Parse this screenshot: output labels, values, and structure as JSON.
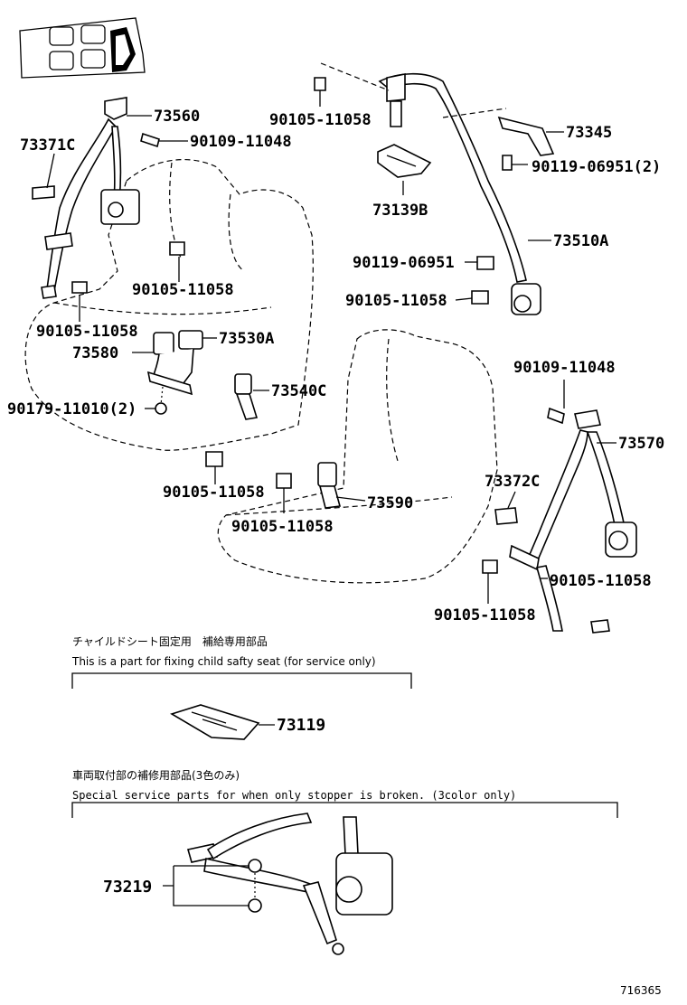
{
  "parts": {
    "p73560": "73560",
    "p90109_11048_a": "90109-11048",
    "p73371C": "73371C",
    "p90105_11058_a": "90105-11058",
    "p90105_11058_b": "90105-11058",
    "p73580": "73580",
    "p73530A": "73530A",
    "p90179_11010": "90179-11010(2)",
    "p73540C": "73540C",
    "p90105_11058_c": "90105-11058",
    "p90105_11058_d": "90105-11058",
    "p73590": "73590",
    "p90105_11058_top": "90105-11058",
    "p73345": "73345",
    "p90119_06951_2": "90119-06951(2)",
    "p73139B": "73139B",
    "p73510A": "73510A",
    "p90119_06951": "90119-06951",
    "p90105_11058_e": "90105-11058",
    "p90109_11048_b": "90109-11048",
    "p73570": "73570",
    "p73372C": "73372C",
    "p90105_11058_f": "90105-11058",
    "p90105_11058_g": "90105-11058",
    "p73119": "73119",
    "p73219": "73219"
  },
  "notes": {
    "child_seat_jp": "チャイルドシート固定用　補給専用部品",
    "child_seat_en": "This is a part for fixing child safty seat (for service only)",
    "stopper_jp": "車両取付部の補修用部品(3色のみ)",
    "stopper_en": "Special service parts for when only stopper is broken. (3color only)"
  },
  "figure_id": "716365"
}
